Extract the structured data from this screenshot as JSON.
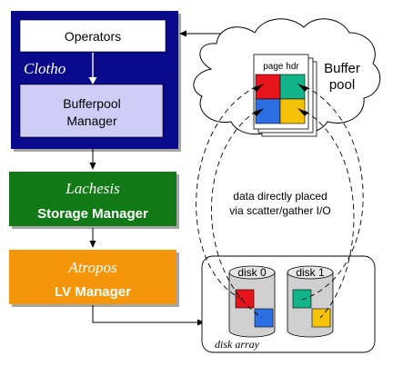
{
  "clotho": {
    "title": "Clotho",
    "operators_label": "Operators",
    "bufferpool_line1": "Bufferpool",
    "bufferpool_line2": "Manager"
  },
  "lachesis": {
    "title": "Lachesis",
    "subtitle": "Storage Manager"
  },
  "atropos": {
    "title": "Atropos",
    "subtitle": "LV Manager"
  },
  "buffer_pool": {
    "label_line1": "Buffer",
    "label_line2": "pool",
    "page_header": "page hdr"
  },
  "annotation": {
    "line1": "data directly placed",
    "line2": "via scatter/gather I/O"
  },
  "disk_array": {
    "label": "disk array",
    "disks": [
      {
        "label": "disk 0"
      },
      {
        "label": "disk 1"
      }
    ]
  },
  "colors": {
    "clotho_blue": "#0a0a8c",
    "bufferpool_lavender": "#cfcdf5",
    "lachesis_green": "#117a16",
    "atropos_orange": "#f5960a",
    "red": "#e8141c",
    "teal": "#12b58a",
    "blue": "#2b6fe3",
    "yellow": "#f5c20a"
  }
}
